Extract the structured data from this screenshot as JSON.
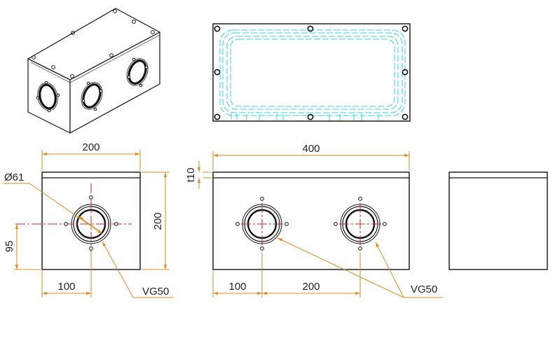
{
  "colors": {
    "line": "#111111",
    "dimension": "#e08a1e",
    "centerline": "#d0202a",
    "hidden": "#30d5e0",
    "text": "#222222"
  },
  "dimensions": {
    "side_width": "200",
    "front_width": "400",
    "lid_thickness": "t10",
    "height": "200",
    "hole_diameter": "Ø61",
    "hole_height": "95",
    "side_hole_offset": "100",
    "front_hole_offset": "100",
    "hole_spacing": "200"
  },
  "callouts": {
    "side_gland": "VG50",
    "front_gland": "VG50"
  }
}
